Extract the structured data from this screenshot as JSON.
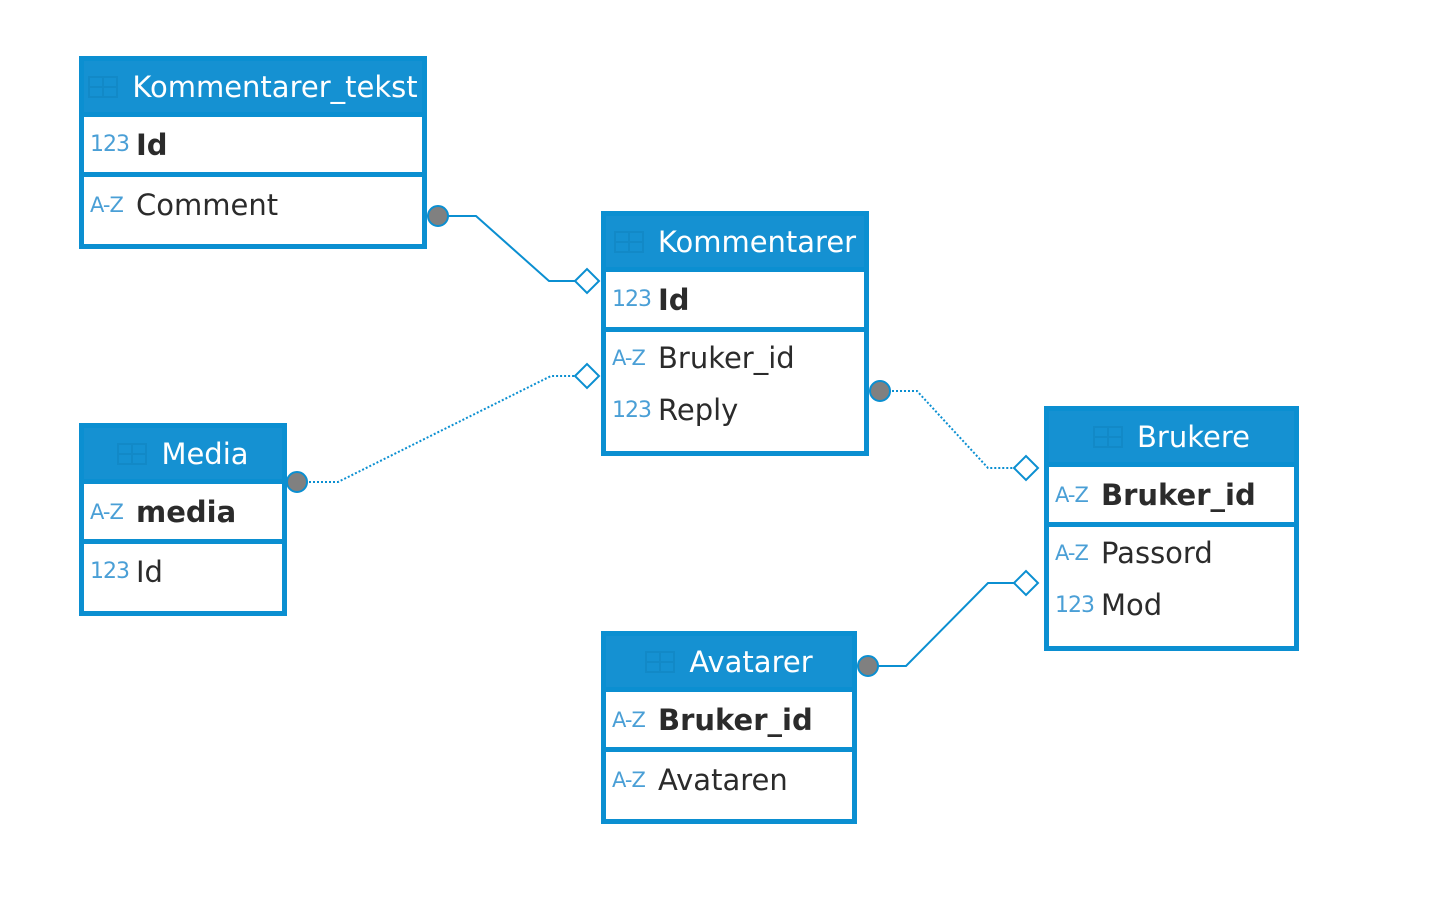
{
  "entities": {
    "kommentarer_tekst": {
      "title": "Kommentarer_tekst",
      "key": {
        "type": "123",
        "name": "Id"
      },
      "attrs": [
        {
          "type": "A-Z",
          "name": "Comment"
        }
      ]
    },
    "kommentarer": {
      "title": "Kommentarer",
      "key": {
        "type": "123",
        "name": "Id"
      },
      "attrs": [
        {
          "type": "A-Z",
          "name": "Bruker_id"
        },
        {
          "type": "123",
          "name": "Reply"
        }
      ]
    },
    "media": {
      "title": "Media",
      "key": {
        "type": "A-Z",
        "name": "media"
      },
      "attrs": [
        {
          "type": "123",
          "name": "Id"
        }
      ]
    },
    "brukere": {
      "title": "Brukere",
      "key": {
        "type": "A-Z",
        "name": "Bruker_id"
      },
      "attrs": [
        {
          "type": "A-Z",
          "name": "Passord"
        },
        {
          "type": "123",
          "name": "Mod"
        }
      ]
    },
    "avatarer": {
      "title": "Avatarer",
      "key": {
        "type": "A-Z",
        "name": "Bruker_id"
      },
      "attrs": [
        {
          "type": "A-Z",
          "name": "Avataren"
        }
      ]
    }
  },
  "relations": [
    {
      "from": "kommentarer_tekst",
      "to": "kommentarer",
      "style": "solid"
    },
    {
      "from": "media",
      "to": "kommentarer",
      "style": "dotted"
    },
    {
      "from": "kommentarer",
      "to": "brukere",
      "style": "dotted"
    },
    {
      "from": "avatarer",
      "to": "brukere",
      "style": "solid"
    }
  ],
  "colors": {
    "accent": "#0b8fd1",
    "header": "#1591d2",
    "connector_dot": "#808080"
  }
}
